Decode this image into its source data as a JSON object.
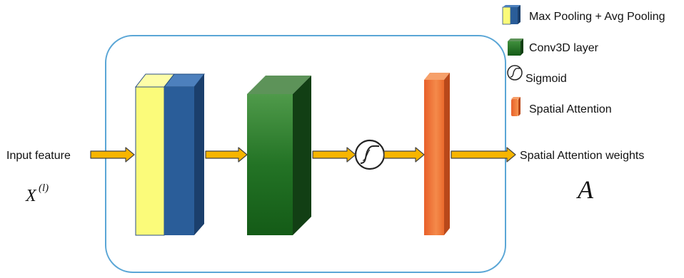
{
  "legend": {
    "items": [
      {
        "label": "Max Pooling + Avg Pooling",
        "icon": "pooling-block-icon"
      },
      {
        "label": "Conv3D layer",
        "icon": "conv3d-block-icon"
      },
      {
        "label": "Sigmoid",
        "icon": "sigmoid-icon"
      },
      {
        "label": "Spatial Attention",
        "icon": "spatial-attention-block-icon"
      }
    ]
  },
  "input": {
    "label": "Input feature",
    "symbol": "X",
    "superscript": "(l)"
  },
  "output": {
    "label": "Spatial Attention weights",
    "symbol": "A"
  },
  "colors": {
    "frame": "#5aa6d6",
    "arrow_fill": "#f7b500",
    "arrow_stroke": "#444444",
    "yellow": "#fbfb7a",
    "blue": "#2a5d99",
    "green": "#1f6b21",
    "orange": "#ec6c2c"
  }
}
